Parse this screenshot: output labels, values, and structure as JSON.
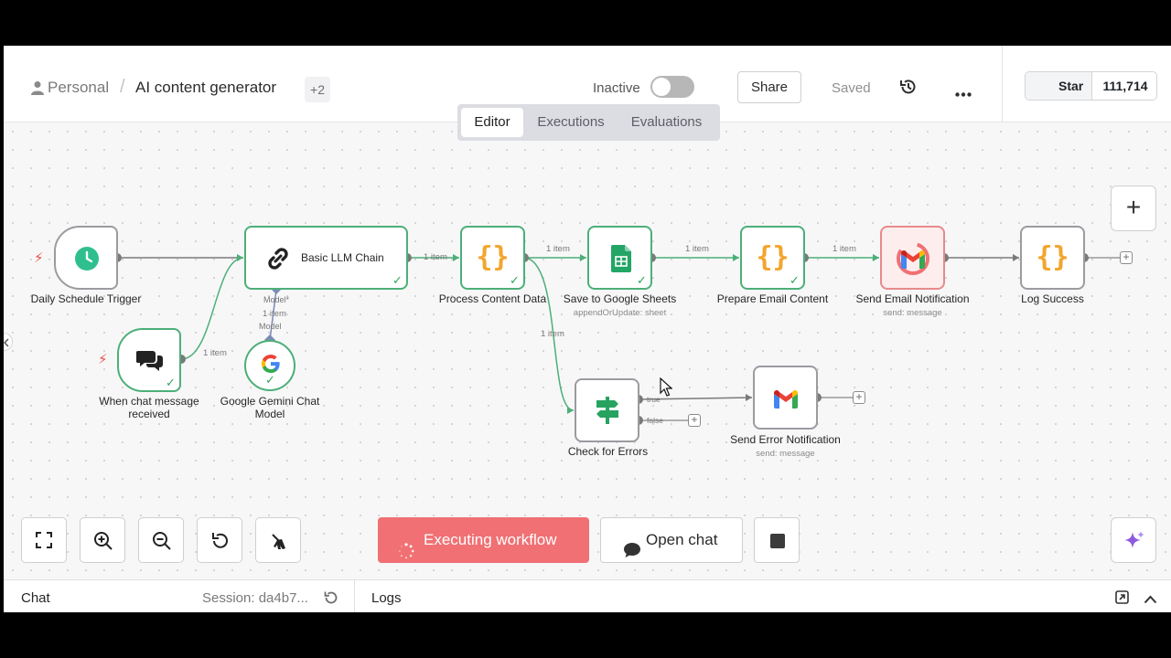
{
  "header": {
    "breadcrumb_project": "Personal",
    "breadcrumb_separator": "/",
    "workflow_name": "AI content generator",
    "tags_more": "+2",
    "active_label": "Inactive",
    "share_label": "Share",
    "saved_label": "Saved",
    "github_star_label": "Star",
    "github_star_count": "111,714"
  },
  "tabs": [
    {
      "label": "Editor",
      "active": true
    },
    {
      "label": "Executions",
      "active": false
    },
    {
      "label": "Evaluations",
      "active": false
    }
  ],
  "nodes": {
    "schedule": {
      "label": "Daily Schedule Trigger",
      "icon": "clock-icon"
    },
    "chat_trigger": {
      "label_line1": "When chat message",
      "label_line2": "received",
      "icon": "chat-bubbles-icon"
    },
    "llm_chain": {
      "label": "Basic LLM Chain",
      "icon": "link-icon",
      "port_label": "Model*"
    },
    "gemini": {
      "label_line1": "Google Gemini Chat",
      "label_line2": "Model",
      "port_label": "Model",
      "icon": "google-icon"
    },
    "process": {
      "label": "Process Content Data",
      "icon": "code-icon"
    },
    "sheets": {
      "label": "Save to Google Sheets",
      "sublabel": "appendOrUpdate: sheet",
      "icon": "google-sheets-icon"
    },
    "prepare_email": {
      "label": "Prepare Email Content",
      "icon": "code-icon"
    },
    "send_email": {
      "label": "Send Email Notification",
      "sublabel": "send: message",
      "icon": "gmail-icon"
    },
    "log_success": {
      "label": "Log Success",
      "icon": "code-icon"
    },
    "check_errors": {
      "label": "Check for Errors",
      "icon": "signpost-icon",
      "true_label": "true",
      "false_label": "false"
    },
    "send_error": {
      "label": "Send Error Notification",
      "sublabel": "send: message",
      "icon": "gmail-icon"
    }
  },
  "edges": {
    "item_label": "1 item",
    "plus": "+"
  },
  "canvas": {
    "add_node": "+"
  },
  "actions": {
    "executing_label": "Executing workflow",
    "open_chat_label": "Open chat"
  },
  "footer": {
    "chat_label": "Chat",
    "session_label": "Session: da4b7...",
    "logs_label": "Logs"
  },
  "colors": {
    "success": "#4caf78",
    "execute": "#f07073",
    "code": "#f3a52d",
    "error_bg": "#fdeded"
  }
}
